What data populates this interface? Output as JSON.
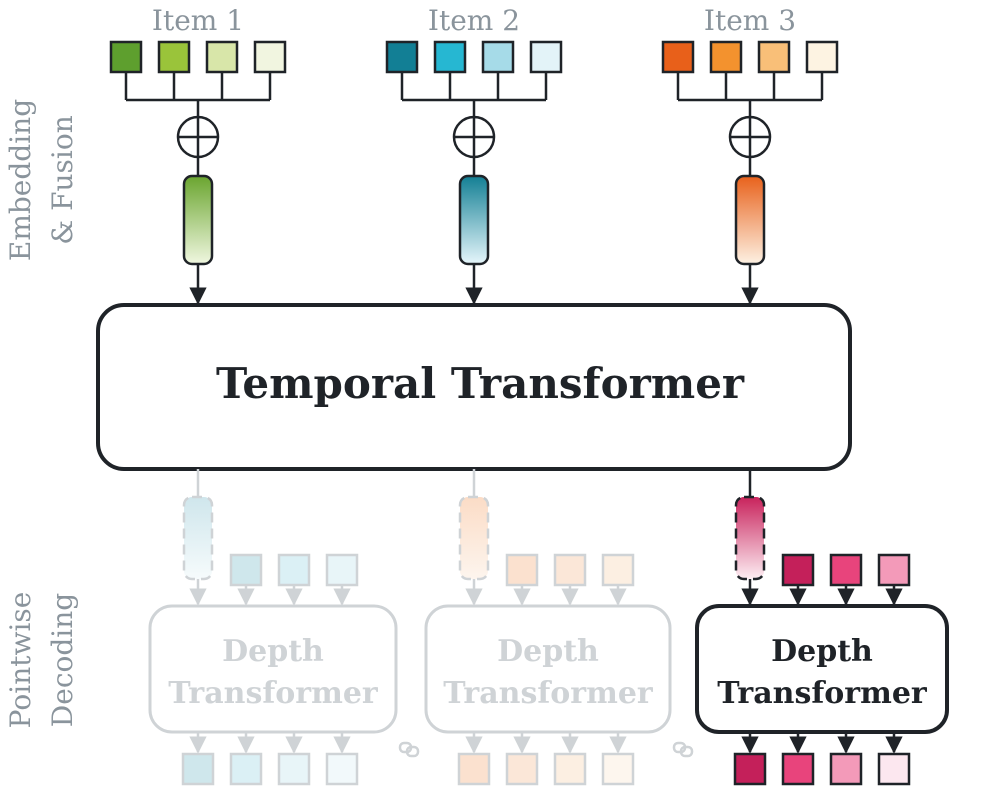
{
  "items": [
    {
      "label": "Item 1",
      "colors": [
        "#5e9f2e",
        "#9ac43a",
        "#d8e6a9",
        "#f1f5e0"
      ],
      "grad": [
        "#6aa52f",
        "#f0f7e0"
      ]
    },
    {
      "label": "Item 2",
      "colors": [
        "#127f95",
        "#26b7d2",
        "#a6dbe8",
        "#e3f3f8"
      ],
      "grad": [
        "#137f94",
        "#e6f6fb"
      ]
    },
    {
      "label": "Item 3",
      "colors": [
        "#e8601a",
        "#f3922e",
        "#f9bf78",
        "#fdf3e2"
      ],
      "grad": [
        "#e8611b",
        "#fdf1e3"
      ]
    }
  ],
  "labels": {
    "embedding": [
      "Embedding",
      "& Fusion"
    ],
    "decoding": [
      "Pointwise",
      "Decoding"
    ]
  },
  "temporal": {
    "title": "Temporal Transformer"
  },
  "depth": {
    "title_line1": "Depth",
    "title_line2": "Transformer"
  },
  "decoders": [
    {
      "inputs": [
        "#cfe7ec",
        "#dbf0f5",
        "#e8f5f8",
        "#f2f9fb"
      ],
      "outputs": [
        "#cfe7ec",
        "#dbf0f5",
        "#e8f5f8",
        "#f2f9fb"
      ],
      "grad": [
        "#cfe6ec",
        "#f6fbfc"
      ],
      "faded": true
    },
    {
      "inputs": [
        "#fbe1cf",
        "#fbe7d8",
        "#fcefe2",
        "#fdf6ee"
      ],
      "outputs": [
        "#fbe1cf",
        "#fbe7d8",
        "#fcefe2",
        "#fdf6ee"
      ],
      "grad": [
        "#fbdcc6",
        "#fdf5ee"
      ],
      "faded": true
    },
    {
      "inputs": [
        "#c4205a",
        "#e8447c",
        "#f39ab9",
        "#fce7ef"
      ],
      "outputs": [
        "#c4205a",
        "#e8447c",
        "#f39ab9",
        "#fce7ef"
      ],
      "grad": [
        "#c8235c",
        "#fdeef3"
      ],
      "faded": false
    }
  ],
  "colors": {
    "ink": "#1f2328",
    "muted": "#8a949c",
    "faded": "#cfd3d6"
  }
}
